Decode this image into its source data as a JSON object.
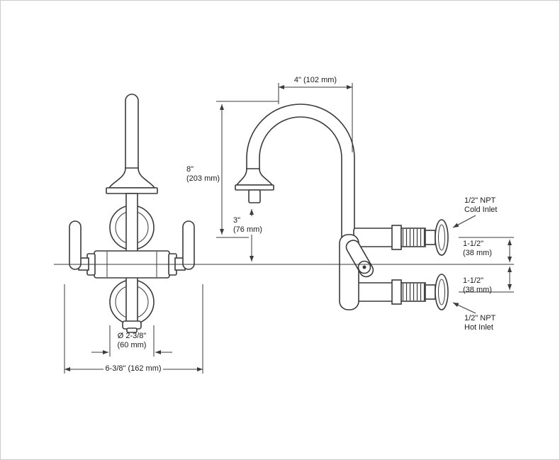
{
  "colors": {
    "line_color": "#3a3a3a",
    "background_color": "#ffffff",
    "border_color": "#cccccc",
    "text_color": "#1a1a1a"
  },
  "labels": {
    "spout_reach": {
      "text": "4\" (102 mm)"
    },
    "spout_height": {
      "line1": "8\"",
      "line2": "(203 mm)"
    },
    "outlet_height": {
      "line1": "3\"",
      "line2": "(76 mm)"
    },
    "cold_inlet": {
      "line1": "1/2\" NPT",
      "line2": "Cold Inlet"
    },
    "inlet_spacing_upper": {
      "line1": "1-1/2\"",
      "line2": "(38 mm)"
    },
    "inlet_spacing_lower": {
      "line1": "1-1/2\"",
      "line2": "(38 mm)"
    },
    "hot_inlet": {
      "line1": "1/2\" NPT",
      "line2": "Hot Inlet"
    },
    "escutcheon_diameter": {
      "line1": "Ø 2-3/8\"",
      "line2": "(60 mm)"
    },
    "overall_width": {
      "text": "6-3/8\" (162 mm)"
    }
  }
}
